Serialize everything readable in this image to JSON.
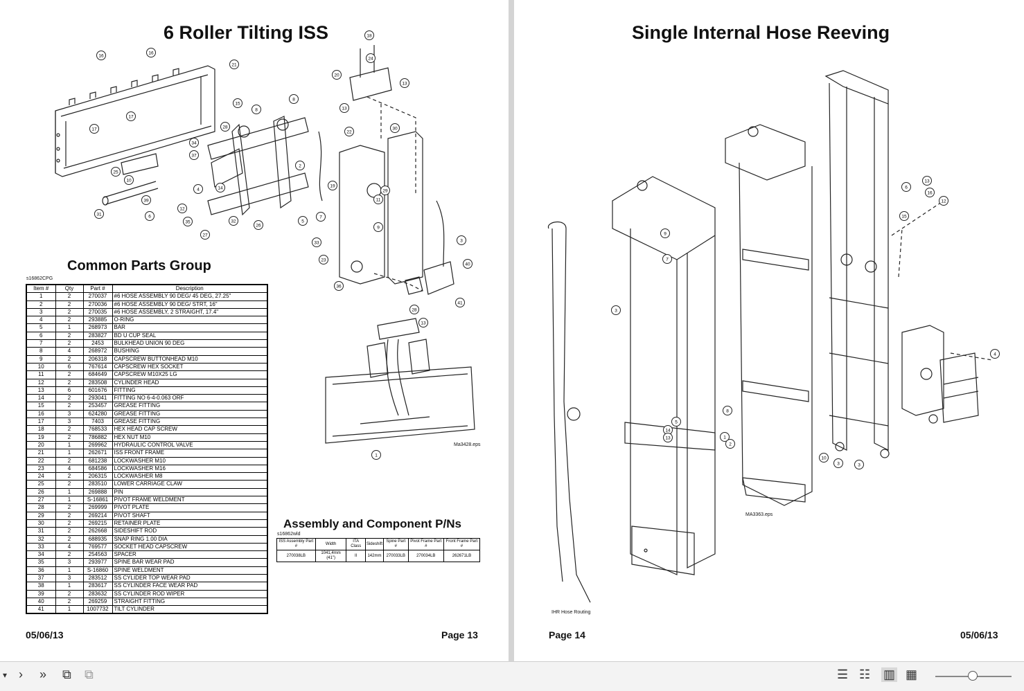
{
  "left_page": {
    "title": "6 Roller Tilting ISS",
    "common_parts_title": "Common Parts Group",
    "table_code": "s16862CPG",
    "columns": [
      "Item #",
      "Qty",
      "Part #",
      "Description"
    ],
    "rows": [
      [
        "1",
        "2",
        "270037",
        "#6 HOSE ASSEMBLY 90 DEG/ 45 DEG, 27.25\""
      ],
      [
        "2",
        "2",
        "270036",
        "#6 HOSE ASSEMBLY 90 DEG/ STRT, 16\""
      ],
      [
        "3",
        "2",
        "270035",
        "#6 HOSE ASSEMBLY, 2 STRAIGHT, 17.4\""
      ],
      [
        "4",
        "2",
        "293885",
        "O-RING"
      ],
      [
        "5",
        "1",
        "268973",
        "BAR"
      ],
      [
        "6",
        "2",
        "283827",
        "BD U CUP SEAL"
      ],
      [
        "7",
        "2",
        "2453",
        "BULKHEAD UNION 90 DEG"
      ],
      [
        "8",
        "4",
        "268972",
        "BUSHING"
      ],
      [
        "9",
        "2",
        "206318",
        "CAPSCREW BUTTONHEAD M10"
      ],
      [
        "10",
        "6",
        "767614",
        "CAPSCREW HEX SOCKET"
      ],
      [
        "11",
        "2",
        "684649",
        "CAPSCREW M10X25 LG"
      ],
      [
        "12",
        "2",
        "283508",
        "CYLINDER HEAD"
      ],
      [
        "13",
        "6",
        "601676",
        "FITTING"
      ],
      [
        "14",
        "2",
        "293041",
        "FITTING NO 6-4-0.063 ORF"
      ],
      [
        "15",
        "2",
        "253457",
        "GREASE FITTING"
      ],
      [
        "16",
        "3",
        "624280",
        "GREASE FITTING"
      ],
      [
        "17",
        "3",
        "7403",
        "GREASE FITTING"
      ],
      [
        "18",
        "2",
        "768533",
        "HEX HEAD CAP SCREW"
      ],
      [
        "19",
        "2",
        "786882",
        "HEX NUT M10"
      ],
      [
        "20",
        "1",
        "269962",
        "HYDRAULIC CONTROL VALVE"
      ],
      [
        "21",
        "1",
        "262671",
        "ISS FRONT FRAME"
      ],
      [
        "22",
        "2",
        "681238",
        "LOCKWASHER M10"
      ],
      [
        "23",
        "4",
        "684586",
        "LOCKWASHER M16"
      ],
      [
        "24",
        "2",
        "206315",
        "LOCKWASHER M8"
      ],
      [
        "25",
        "2",
        "283510",
        "LOWER CARRIAGE CLAW"
      ],
      [
        "26",
        "1",
        "269888",
        "PIN"
      ],
      [
        "27",
        "1",
        "S-16861",
        "PIVOT FRAME WELDMENT"
      ],
      [
        "28",
        "2",
        "269999",
        "PIVOT PLATE"
      ],
      [
        "29",
        "2",
        "269214",
        "PIVOT SHAFT"
      ],
      [
        "30",
        "2",
        "269215",
        "RETAINER PLATE"
      ],
      [
        "31",
        "2",
        "262668",
        "SIDESHIFT ROD"
      ],
      [
        "32",
        "2",
        "688935",
        "SNAP RING 1.00 DIA"
      ],
      [
        "33",
        "4",
        "769577",
        "SOCKET HEAD CAPSCREW"
      ],
      [
        "34",
        "2",
        "254563",
        "SPACER"
      ],
      [
        "35",
        "3",
        "293977",
        "SPINE BAR WEAR PAD"
      ],
      [
        "36",
        "1",
        "S-16860",
        "SPINE WELDMENT"
      ],
      [
        "37",
        "3",
        "283512",
        "SS CYLIDER TOP WEAR PAD"
      ],
      [
        "38",
        "1",
        "283617",
        "SS CYLINDER FACE WEAR PAD"
      ],
      [
        "39",
        "2",
        "283632",
        "SS CYLINDER ROD WIPER"
      ],
      [
        "40",
        "2",
        "269259",
        "STRAIGHT FITTING"
      ],
      [
        "41",
        "1",
        "1007732",
        "TILT CYLINDER"
      ]
    ],
    "assembly_title": "Assembly and Component P/Ns",
    "assembly_code": "s16862wld",
    "assembly_columns": [
      "ISS Assembly Part #",
      "Width",
      "ITA Class",
      "Sideshift",
      "Spine Part #",
      "Pivot Frame Part #",
      "Front Frame Part #"
    ],
    "assembly_row": [
      "270038LB",
      "1041,4mm (41\")",
      "II",
      "142mm",
      "270033LB",
      "270034LB",
      "262671LB"
    ],
    "drawing_label": "Ma3428.eps",
    "date": "05/06/13",
    "page": "Page 13"
  },
  "right_page": {
    "title": "Single Internal Hose Reeving",
    "drawing_label": "MA3363.eps",
    "routing_label": "IHR Hose Routing",
    "page": "Page 14",
    "date": "05/06/13"
  },
  "callouts_left": [
    "16",
    "16",
    "21",
    "17",
    "17",
    "25",
    "10",
    "39",
    "31",
    "6",
    "12",
    "4",
    "14",
    "15",
    "8",
    "8",
    "28",
    "34",
    "37",
    "35",
    "26",
    "27",
    "32",
    "2",
    "19",
    "18",
    "24",
    "20",
    "13",
    "13",
    "22",
    "30",
    "29",
    "11",
    "5",
    "7",
    "9",
    "33",
    "23",
    "36",
    "3",
    "40",
    "41",
    "28",
    "13",
    "1"
  ],
  "callouts_right": [
    "3",
    "9",
    "7",
    "14",
    "5",
    "13",
    "8",
    "1",
    "2",
    "6",
    "13",
    "16",
    "12",
    "15",
    "4",
    "10",
    "3",
    "3"
  ],
  "colors": {
    "ink": "#111111",
    "page": "#ffffff",
    "gutter": "#d4d4d4",
    "toolbar": "#f3f3f3"
  },
  "toolbar": {
    "icons": [
      "dropdown-arrow-icon",
      "next-page-icon",
      "last-page-icon",
      "fit-page-icon",
      "rotate-icon",
      "single-page-icon",
      "continuous-icon",
      "two-page-icon",
      "grid-icon"
    ]
  }
}
